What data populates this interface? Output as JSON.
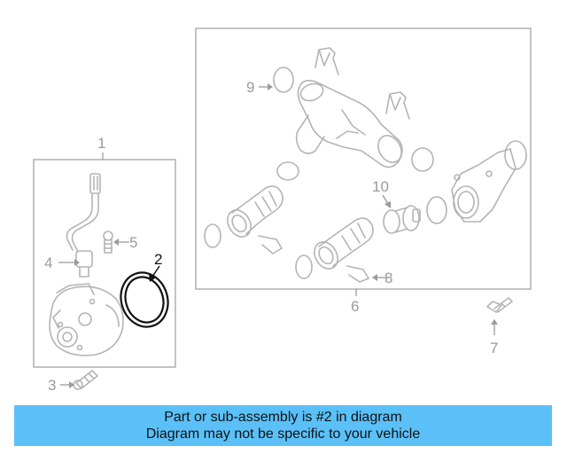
{
  "diagram": {
    "callouts": {
      "c1": "1",
      "c2": "2",
      "c3": "3",
      "c4": "4",
      "c5": "5",
      "c6": "6",
      "c7": "7",
      "c8": "8",
      "c9": "9",
      "c10": "10"
    },
    "highlighted_part": "2",
    "colors": {
      "line": "#b4b4b4",
      "highlight": "#111111",
      "banner": "#5bc0f8"
    }
  },
  "banner": {
    "line1": "Part or sub-assembly is #2 in diagram",
    "line2": "Diagram may not be specific to your vehicle"
  }
}
